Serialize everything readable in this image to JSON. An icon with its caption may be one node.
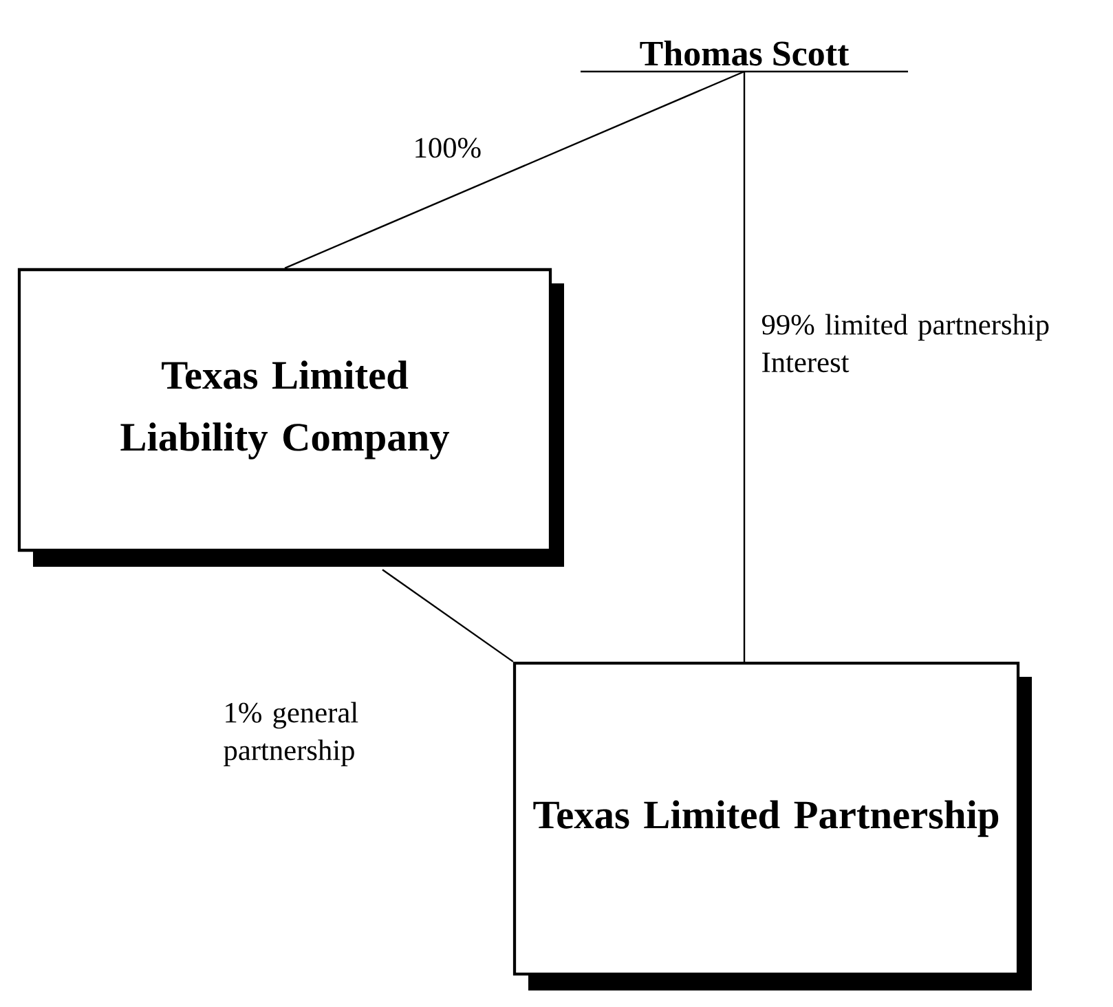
{
  "diagram": {
    "nodes": [
      {
        "text": [
          "Thomas Scott"
        ]
      },
      {
        "text": [
          "Texas Limited Liability Company"
        ]
      },
      {
        "text": [
          "Texas Limited Partnership"
        ]
      }
    ],
    "edges": [
      {
        "from": 0,
        "to": 1,
        "arrow": "none",
        "label": "100%"
      },
      {
        "from": 0,
        "to": 2,
        "arrow": "none",
        "label": "99% limited partnership Interest"
      },
      {
        "from": 1,
        "to": 2,
        "arrow": "none",
        "label": "1% general partnership"
      }
    ]
  }
}
